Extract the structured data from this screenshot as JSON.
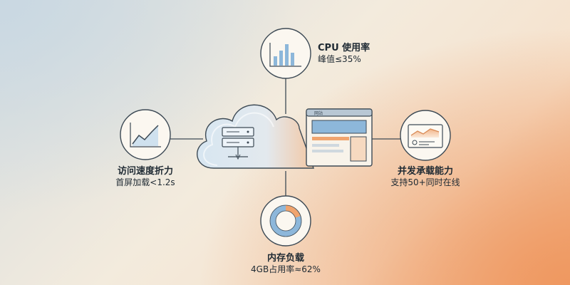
{
  "nodes": {
    "cpu": {
      "title": "CPU 使用率",
      "subtitle": "峰值≤35%"
    },
    "speed": {
      "title": "访问速度折力",
      "subtitle": "首屏加载<1.2s"
    },
    "concurrency": {
      "title": "并发承载能力",
      "subtitle": "支持50+同时在线"
    },
    "memory": {
      "title": "内存负载",
      "subtitle": "4GB占用率≈62%"
    }
  },
  "browser": {
    "title": "网站"
  },
  "colors": {
    "stroke": "#3d4a55",
    "blue": "#8db7da",
    "light_blue": "#cfe1ee",
    "orange": "#f0a46e"
  },
  "icons": {
    "cpu": "bar-chart-icon",
    "speed": "line-chart-icon",
    "concurrency": "dashboard-icon",
    "memory": "donut-chart-icon",
    "center": "cloud-server-icon"
  }
}
